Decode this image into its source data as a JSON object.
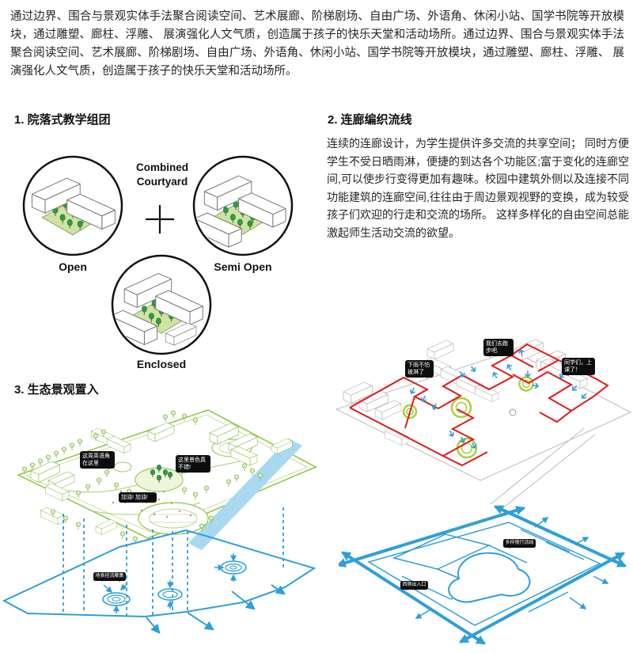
{
  "intro": {
    "text": "通过边界、围合与景观实体手法聚合阅读空间、艺术展廊、阶梯剧场、自由广场、外语角、休闲小站、国学书院等开放模块，通过雕塑、廊柱、浮雕、 展演强化人文气质，创造属于孩子的快乐天堂和活动场所。通过边界、围合与景观实体手法聚合阅读空间、艺术展廊、阶梯剧场、自由广场、外语角、休闲小站、国学书院等开放模块，通过雕塑、廊柱、浮雕、 展演强化人文气质，创造属于孩子的快乐天堂和活动场所。"
  },
  "section1": {
    "heading": "1. 院落式教学组团",
    "combined_line1": "Combined",
    "combined_line2": "Courtyard",
    "labels": {
      "open": "Open",
      "semi_open": "Semi Open",
      "enclosed": "Enclosed"
    }
  },
  "section2": {
    "heading": "2. 连廊编织流线",
    "paragraph": "连续的连廊设计，为学生提供许多交流的共享空间； 同时方便学生不受日晒雨淋，便捷的到达各个功能区;富于变化的连廊空间,可以使步行变得更加有趣味。校园中建筑外侧以及连接不同功能建筑的连廊空间,往往由于周边景观视野的变换，成为较受孩子们欢迎的行走和交流的场所。 这样多样化的自由空间总能激起师生活动交流的欲望。",
    "bubbles": {
      "run": "我们去跑步吧.",
      "rain": "下雨不怕被淋了",
      "class": "同学们，上课了！"
    },
    "flow_labels": {
      "network": "多样慢行流线",
      "entrance": "西侧出入口"
    }
  },
  "section3": {
    "heading": "3. 生态景观置入",
    "bubbles": {
      "english": "这周英语角在这里",
      "scenery": "这里景色真不错!",
      "cheer": "加油! 加油!",
      "runoff": "地表径流聚集"
    }
  },
  "colors": {
    "text": "#252525",
    "corridor_red": "#e2181e",
    "flow_blue": "#2e9fd8",
    "eco_green": "#8cc63e",
    "tree_green": "#2f9e44",
    "courtyard_fill": "#cfe3a3",
    "node_green": "#a8ce3b",
    "river_blue": "#a9d9ef",
    "bubble_bg": "#0d0d0d"
  }
}
